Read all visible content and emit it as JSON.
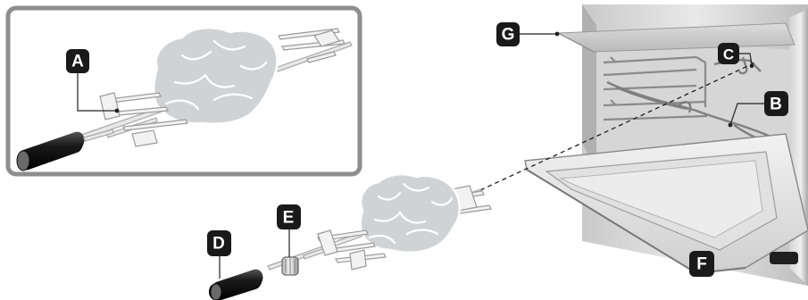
{
  "labels": {
    "A": "A",
    "B": "B",
    "C": "C",
    "D": "D",
    "E": "E",
    "F": "F",
    "G": "G"
  },
  "colors": {
    "badge": "#1a1a1a",
    "panel_border": "#8e8e8e",
    "chicken": "#cfd3d6",
    "oven_steel_light": "#e6e6e6",
    "oven_steel_dark": "#9d9d9d"
  },
  "icons": {
    "handle": "rotisserie-handle-icon",
    "screw": "lock-screw-icon",
    "chicken": "chicken-on-spit-icon"
  }
}
